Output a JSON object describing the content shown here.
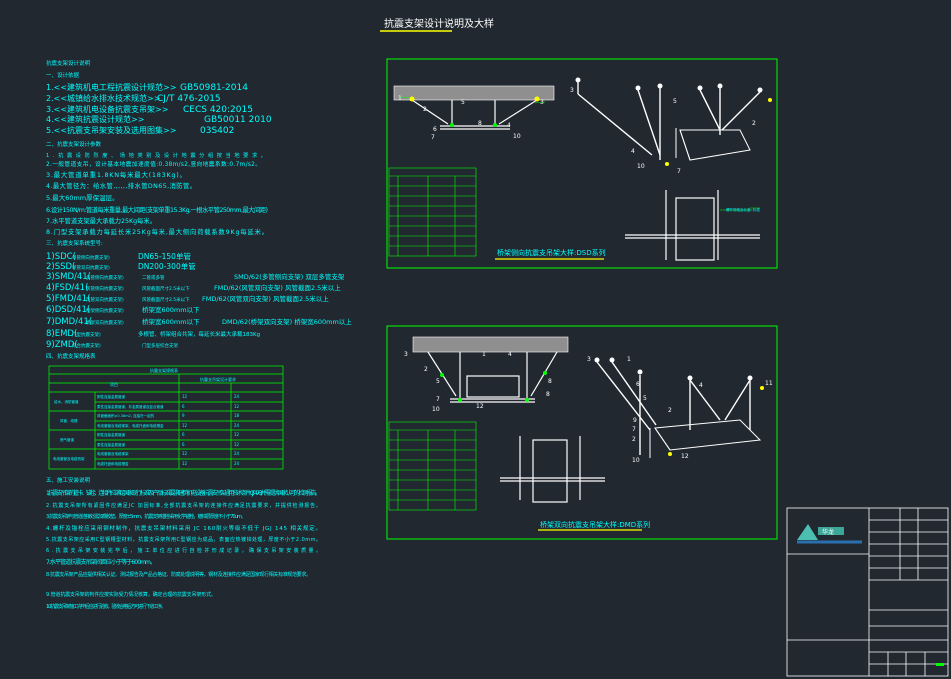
{
  "drawing": {
    "title": "抗震支架设计说明及大样"
  },
  "notes": {
    "heading": "抗震支架设计说明",
    "section1": "一、设计依据",
    "codes": [
      {
        "label": "1.<<建筑机电工程抗震设计规范>>",
        "code": "GB50981-2014"
      },
      {
        "label": "2.<<城镇给水排水技术规范>>",
        "code": "CJ/T 476-2015"
      },
      {
        "label": "3.<<建筑机电设备抗震支吊架>>",
        "code": "CECS 420:2015"
      },
      {
        "label": "4.<<建筑抗震设计规范>>",
        "code": "GB50011  2010"
      },
      {
        "label": "5.<<抗震支吊架安装及选用图集>>",
        "code": "03S402"
      }
    ],
    "section2": "二、抗震支架设计参数",
    "params": [
      "1.抗震设防烈度、场地类别及设计地震分组按当地要求。",
      "2.一般管道支吊，设计基本地震加速度值:0.38m/s2,竖向地震系数:0.7m/s2。",
      "3.最大管道单重1.8KN每米最大(183Kg)。",
      "4.最大管径为：给水管,,,,,,排水管DN65,消防管。",
      "5.最大60mm厚保温层。",
      "6.设计150N/m:管道每米重量,最大间距(支架单重15.3Kg,一根水平管250mm,最大间距)",
      "7.水平管道支架最大承载力25Kg每米。",
      "8.门型支架承载力每延长米25Kg每米,最大侧向荷载系数9Kg每延米。"
    ],
    "section3": "三、抗震支架系统型号:",
    "models": [
      {
        "code": "1)SDC(",
        "desc": "单管侧向抗震支架)",
        "spec": "DN65-150单管",
        "extra": ""
      },
      {
        "code": "2)SSD(",
        "desc": "单管双向抗震支架)",
        "spec": "DN200-300单管",
        "extra": ""
      },
      {
        "code": "3)SMD/41(",
        "desc": "多管侧向抗震支架)",
        "spec": "二管或多管",
        "extra": "SMD/62(多管侧向支架) 双层多管支架"
      },
      {
        "code": "4)FSD/41(",
        "desc": "风管侧向抗震支架)",
        "spec": "风管截面尺寸2.5米以下",
        "extra": "FMD/62(风管双向支架) 风管截面2.5米以上"
      },
      {
        "code": "5)FMD/41(",
        "desc": "风管双向抗震支架)",
        "spec": "风管截面尺寸2.5米以下",
        "extra": "FMD/62(风管双向支架) 风管截面2.5米以上"
      },
      {
        "code": "6)DSD/41(",
        "desc": "桥架侧向抗震支架)",
        "spec": "桥架宽600mm以下",
        "extra": ""
      },
      {
        "code": "7)DMD/41(",
        "desc": "桥架双向抗震支架)",
        "spec": "桥架宽600mm以下",
        "extra": "DMD/62(桥架双向支架) 桥架宽600mm以上"
      },
      {
        "code": "8)EMD(",
        "desc": "门型抗震支架)",
        "spec": "多根管、桥架组合共架，每延长米最大承载183Kg",
        "extra": ""
      },
      {
        "code": "9)ZMD(",
        "desc": "综合抗震支架)",
        "spec": "门型多层综合支架",
        "extra": ""
      }
    ],
    "section4": "四、抗震支架规格表",
    "section5": "五、施工安装说明",
    "install": [
      "1.抗震支吊架的管卡、锚栓、连接件应满足国家现行标准及产品标准要求(建筑机电设备抗震支吊架通用技术条件 CJ/T 476),并需提供国家认可的检测报告。",
      "2.抗震支吊架所有紧固件应满足JC 加固标准,全部抗震支吊架的连接件应满足抗震要求，并提供检测报告。",
      "3.抗震支吊架与管道连接处需加橡胶垫，厚度±5mm，抗震支架锚栓采用化学锚栓，镀锌层厚度不小于70um。",
      "4.螺杆及锚栓应采用钢材制作，抗震支吊架材料采用 JC 160耐火等级不低于 JGJ 145 相关规定。",
      "5.抗震支吊架应采用C型钢槽型材料，抗震支吊架所用C型钢应为成品，表面应热镀锌处理，厚度不小于2.0mm。",
      "6.抗震支吊架安装完毕后，施工单位应进行自检并形成记录，确保支吊架安装质量。",
      "7.水平管道抗震支吊架间距应小于等于600mm。",
      "8.抗震支吊架产品应提供相关认证、测试报告及产品合格证、防腐处理说明等，钢材及连接件应满足国家现行相关标准规范要求。",
      "9.管道抗震支吊架的构件应按实际受力情况核算，确定合理的抗震支吊架形式。",
      "10.抗震支吊架施工完毕后应进行验收，验收合格后方可进行下道工序。"
    ]
  },
  "spec_table": {
    "title": "抗震支架规格表",
    "col_header": "项目",
    "sub_header": "抗震支吊架设计要求",
    "groups": [
      {
        "name": "给水、消防管道",
        "rows": [
          [
            "刚性连接金属管道",
            "12",
            "24"
          ],
          [
            "柔性连接金属管道、非金属管道及复合管道",
            "6",
            "12"
          ]
        ]
      },
      {
        "name": "风管、线槽",
        "rows": [
          [
            "风管截面积≥0.38m2, 连接在一起的",
            "9",
            "18"
          ],
          [
            "电线套管及电缆梯架、电缆托盘和电缆槽盒",
            "12",
            "24"
          ]
        ]
      },
      {
        "name": "燃气管道",
        "rows": [
          [
            "刚性连接金属管道",
            "6",
            "12"
          ],
          [
            "柔性连接金属管道",
            "6",
            "12"
          ]
        ]
      },
      {
        "name": "电线套管及电缆桥架",
        "rows": [
          [
            "电线套管及电缆梯架",
            "12",
            "24"
          ],
          [
            "电缆托盘和电缆槽盒",
            "12",
            "24"
          ]
        ]
      }
    ]
  },
  "detail_top": {
    "caption": "桥架侧向抗震支吊架大样:DSD系列",
    "labels_left": [
      "1",
      "2",
      "3",
      "5",
      "6",
      "7",
      "8",
      "4",
      "10"
    ],
    "labels_right": [
      "3",
      "5",
      "2",
      "4",
      "10",
      "7"
    ],
    "note": "螺杆规格及长度--标准"
  },
  "detail_bottom": {
    "caption": "桥架双向抗震支吊架大样:DMD系列",
    "labels_left": [
      "3",
      "2",
      "5",
      "7",
      "10",
      "1",
      "4",
      "8",
      "12",
      "8"
    ],
    "labels_right": [
      "3",
      "1",
      "6",
      "5",
      "2",
      "4",
      "11",
      "9",
      "7",
      "2",
      "12",
      "10"
    ]
  },
  "title_block": {
    "company": "华龙"
  },
  "colors": {
    "background": "#212830",
    "line": "#00ff00",
    "text": "#00ffff",
    "white": "#ffffff",
    "yellow": "#ffff00",
    "concrete": "#9a9a9a"
  }
}
